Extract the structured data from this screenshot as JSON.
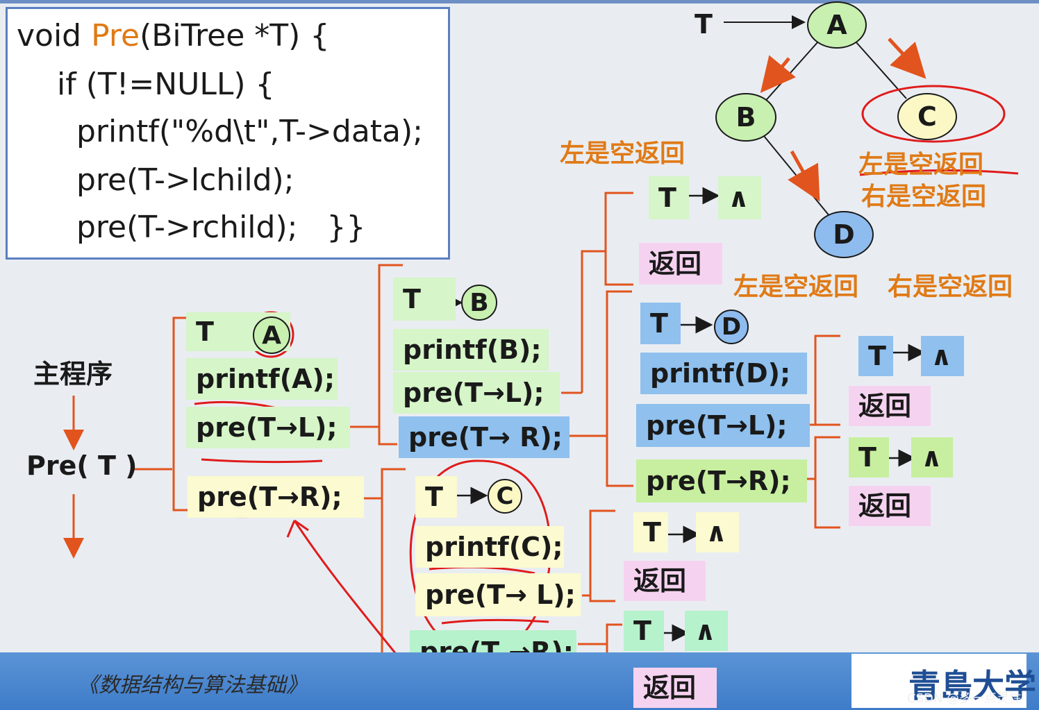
{
  "code": {
    "line1_a": "void ",
    "line1_fn": "Pre",
    "line1_b": "(BiTree *T) {",
    "line2": "if (T!=NULL) {",
    "line3": "printf(\"%d\\t\",T->data);",
    "line4": "pre(T->lchild);",
    "line5": "pre(T->rchild);   }}"
  },
  "tree": {
    "root_pointer": "T",
    "nodes": [
      "A",
      "B",
      "C",
      "D"
    ],
    "c_notes": [
      "左是空返回",
      "右是空返回"
    ],
    "b_note": "左是空返回",
    "d_notes": [
      "左是空返回",
      "右是空返回"
    ]
  },
  "main": {
    "label": "主程序",
    "call": "Pre( T )"
  },
  "level_a": {
    "ptr": "T",
    "node": "A",
    "print": "printf(A);",
    "left": "pre(T→L);",
    "right": "pre(T→R);"
  },
  "level_b": {
    "ptr": "T",
    "node": "B",
    "print": "printf(B);",
    "left": "pre(T→L);",
    "right": "pre(T→ R);"
  },
  "level_c": {
    "ptr": "T",
    "node": "C",
    "print": "printf(C);",
    "left": "pre(T→ L);",
    "right": "pre(T →R);"
  },
  "level_d": {
    "ptr": "T",
    "node": "D",
    "print": "printf(D);",
    "left": "pre(T→L);",
    "right": "pre(T→R);"
  },
  "null_marker": "∧",
  "return_label": "返回",
  "footer": {
    "title": "《数据结构与算法基础》",
    "university": "青島大学",
    "watermark": "CSDN @多一点灵性"
  },
  "colors": {
    "bracket": "#e2541d",
    "annotation": "#e01b1b",
    "node_green": "#c8f0b0",
    "node_yellow": "#fbf8c6",
    "node_blue": "#8fbcef"
  }
}
